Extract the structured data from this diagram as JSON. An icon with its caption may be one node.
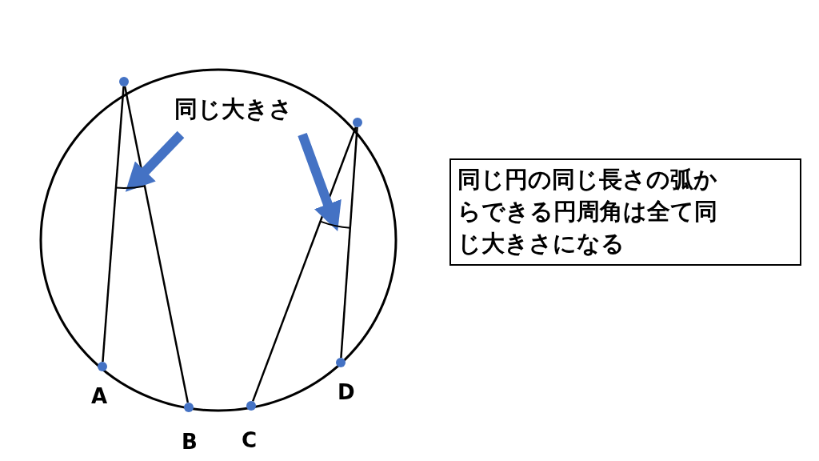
{
  "diagram": {
    "nodes": [
      {
        "text": [],
        "shape": "circle"
      },
      {
        "text": [],
        "shape": "circle",
        "beside": [
          "A"
        ]
      },
      {
        "text": [],
        "shape": "circle",
        "beside": [
          "B"
        ]
      },
      {
        "text": [],
        "shape": "circle"
      },
      {
        "text": [],
        "shape": "circle",
        "beside": [
          "C"
        ]
      },
      {
        "text": [],
        "shape": "circle",
        "beside": [
          "D"
        ]
      },
      {
        "text": [
          "同じ大きさ"
        ]
      },
      {
        "text": [
          "同じ円の同じ長さの弧からできる円周角は全て同じ大きさになる"
        ]
      },
      {
        "text": [],
        "shape": "arc"
      },
      {
        "text": [],
        "shape": "arc"
      }
    ],
    "edges": [
      {
        "from": 0,
        "to": 1,
        "arrow": "none"
      },
      {
        "from": 0,
        "to": 2,
        "arrow": "none"
      },
      {
        "from": 3,
        "to": 4,
        "arrow": "none"
      },
      {
        "from": 3,
        "to": 5,
        "arrow": "none"
      },
      {
        "from": 6,
        "to": 8,
        "arrow": "to",
        "style": "thick",
        "color": "#4472c4"
      },
      {
        "from": 6,
        "to": 9,
        "arrow": "to",
        "style": "thick",
        "color": "#4472c4"
      }
    ]
  }
}
